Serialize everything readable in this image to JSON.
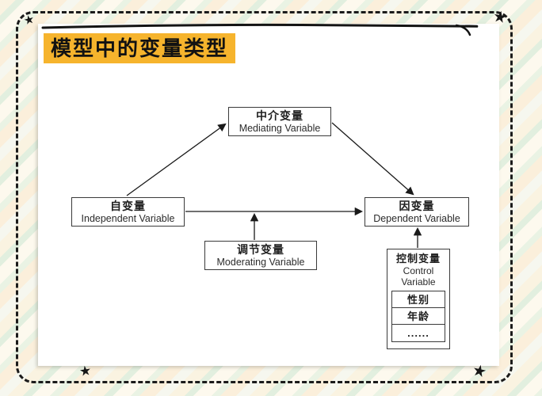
{
  "page": {
    "title": "模型中的变量类型"
  },
  "colors": {
    "title_highlight": "#F6B42D",
    "ink": "#1b1b1b",
    "card_background": "#ffffff"
  },
  "decorations": {
    "star_icon": "★"
  },
  "diagram": {
    "nodes": {
      "mediating": {
        "zh": "中介变量",
        "en": "Mediating Variable"
      },
      "independent": {
        "zh": "自变量",
        "en": "Independent Variable"
      },
      "dependent": {
        "zh": "因变量",
        "en": "Dependent Variable"
      },
      "moderating": {
        "zh": "调节变量",
        "en": "Moderating Variable"
      },
      "control": {
        "zh": "控制变量",
        "en_line1": "Control",
        "en_line2": "Variable",
        "items": [
          "性别",
          "年龄",
          "......"
        ]
      }
    },
    "edges": [
      {
        "from": "independent",
        "to": "mediating",
        "type": "arrow"
      },
      {
        "from": "mediating",
        "to": "dependent",
        "type": "arrow"
      },
      {
        "from": "independent",
        "to": "dependent",
        "type": "arrow"
      },
      {
        "from": "moderating",
        "to": "independent-dependent-arrow",
        "type": "arrow"
      },
      {
        "from": "control",
        "to": "dependent",
        "type": "arrow"
      }
    ]
  }
}
